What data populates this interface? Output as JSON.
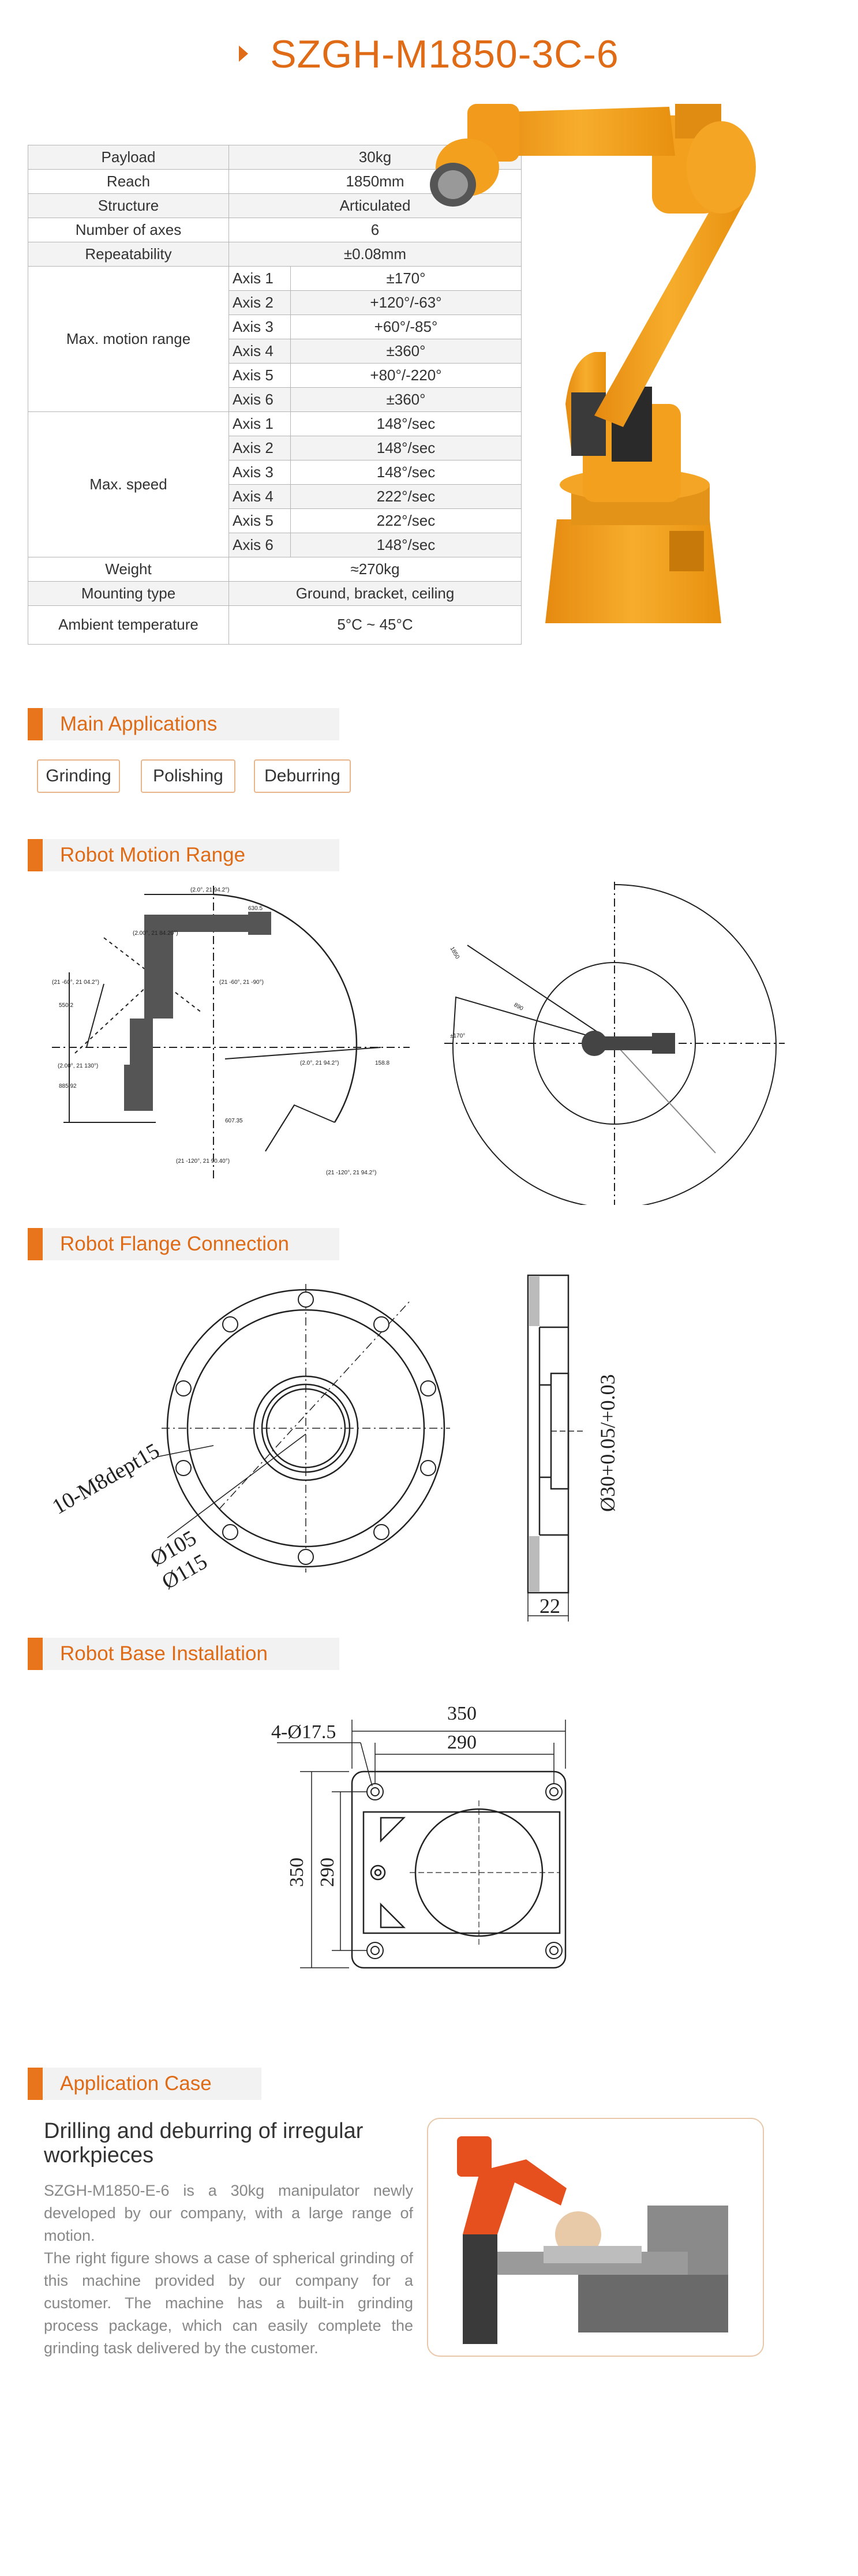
{
  "title": "SZGH-M1850-3C-6",
  "specs": {
    "payload": {
      "label": "Payload",
      "value": "30kg"
    },
    "reach": {
      "label": "Reach",
      "value": "1850mm"
    },
    "structure": {
      "label": "Structure",
      "value": "Articulated"
    },
    "axes": {
      "label": "Number of axes",
      "value": "6"
    },
    "repeat": {
      "label": "Repeatability",
      "value": "±0.08mm"
    },
    "motion": {
      "label": "Max. motion range",
      "rows": [
        {
          "axis": "Axis 1",
          "value": "±170°"
        },
        {
          "axis": "Axis 2",
          "value": "+120°/-63°"
        },
        {
          "axis": "Axis 3",
          "value": "+60°/-85°"
        },
        {
          "axis": "Axis 4",
          "value": "±360°"
        },
        {
          "axis": "Axis 5",
          "value": "+80°/-220°"
        },
        {
          "axis": "Axis 6",
          "value": "±360°"
        }
      ]
    },
    "speed": {
      "label": "Max. speed",
      "rows": [
        {
          "axis": "Axis 1",
          "value": "148°/sec"
        },
        {
          "axis": "Axis 2",
          "value": "148°/sec"
        },
        {
          "axis": "Axis 3",
          "value": "148°/sec"
        },
        {
          "axis": "Axis 4",
          "value": "222°/sec"
        },
        {
          "axis": "Axis 5",
          "value": "222°/sec"
        },
        {
          "axis": "Axis 6",
          "value": "148°/sec"
        }
      ]
    },
    "weight": {
      "label": "Weight",
      "value": "≈270kg"
    },
    "mounting": {
      "label": "Mounting type",
      "value": "Ground, bracket, ceiling"
    },
    "ambient": {
      "label": "Ambient temperature",
      "value": "5°C ~ 45°C"
    }
  },
  "sections": {
    "applications": "Main Applications",
    "motion": "Robot Motion Range",
    "flange": "Robot Flange Connection",
    "base": "Robot Base Installation",
    "case": "Application Case"
  },
  "applications": [
    "Grinding",
    "Polishing",
    "Deburring"
  ],
  "motion_labels": {
    "l1": "(2.0°, 21 94.2°)",
    "l2": "(2.00°, 21 84.20°)",
    "l3": "(21 -60°, 21 04.2°)",
    "l4": "(21 -60°, 21 -90°)",
    "l5": "(2.00°, 21 130°)",
    "l6": "(2.0°, 21 94.2°)",
    "l7": "(21 -120°, 21 90.40°)",
    "l8": "(21 -120°, 21 94.2°)",
    "d1": "630.5",
    "d2": "550.2",
    "d3": "885.92",
    "d4": "607.35",
    "d5": "158.8"
  },
  "motion_labels_right": {
    "a": "±170°",
    "r1": "1850",
    "r2": "890"
  },
  "flange_labels": {
    "holes": "10-M8dept15",
    "d1": "Ø105",
    "d2": "Ø115",
    "bore": "Ø30+0.05/+0.03",
    "thick": "22"
  },
  "base_labels": {
    "holes": "4-Ø17.5",
    "w_outer": "350",
    "w_inner": "290",
    "h_outer": "350",
    "h_inner": "290"
  },
  "case": {
    "heading": "Drilling and deburring of irregular workpieces",
    "p1": "SZGH-M1850-E-6 is a 30kg manipulator newly developed by our company, with a large range of motion.",
    "p2": "The right figure shows a case of spherical grinding of this machine provided by our company for a customer. The machine has a built-in grinding process package, which can easily complete the grinding task delivered by the customer."
  },
  "colors": {
    "accent": "#e06b16",
    "robot": "#f2a01e"
  }
}
